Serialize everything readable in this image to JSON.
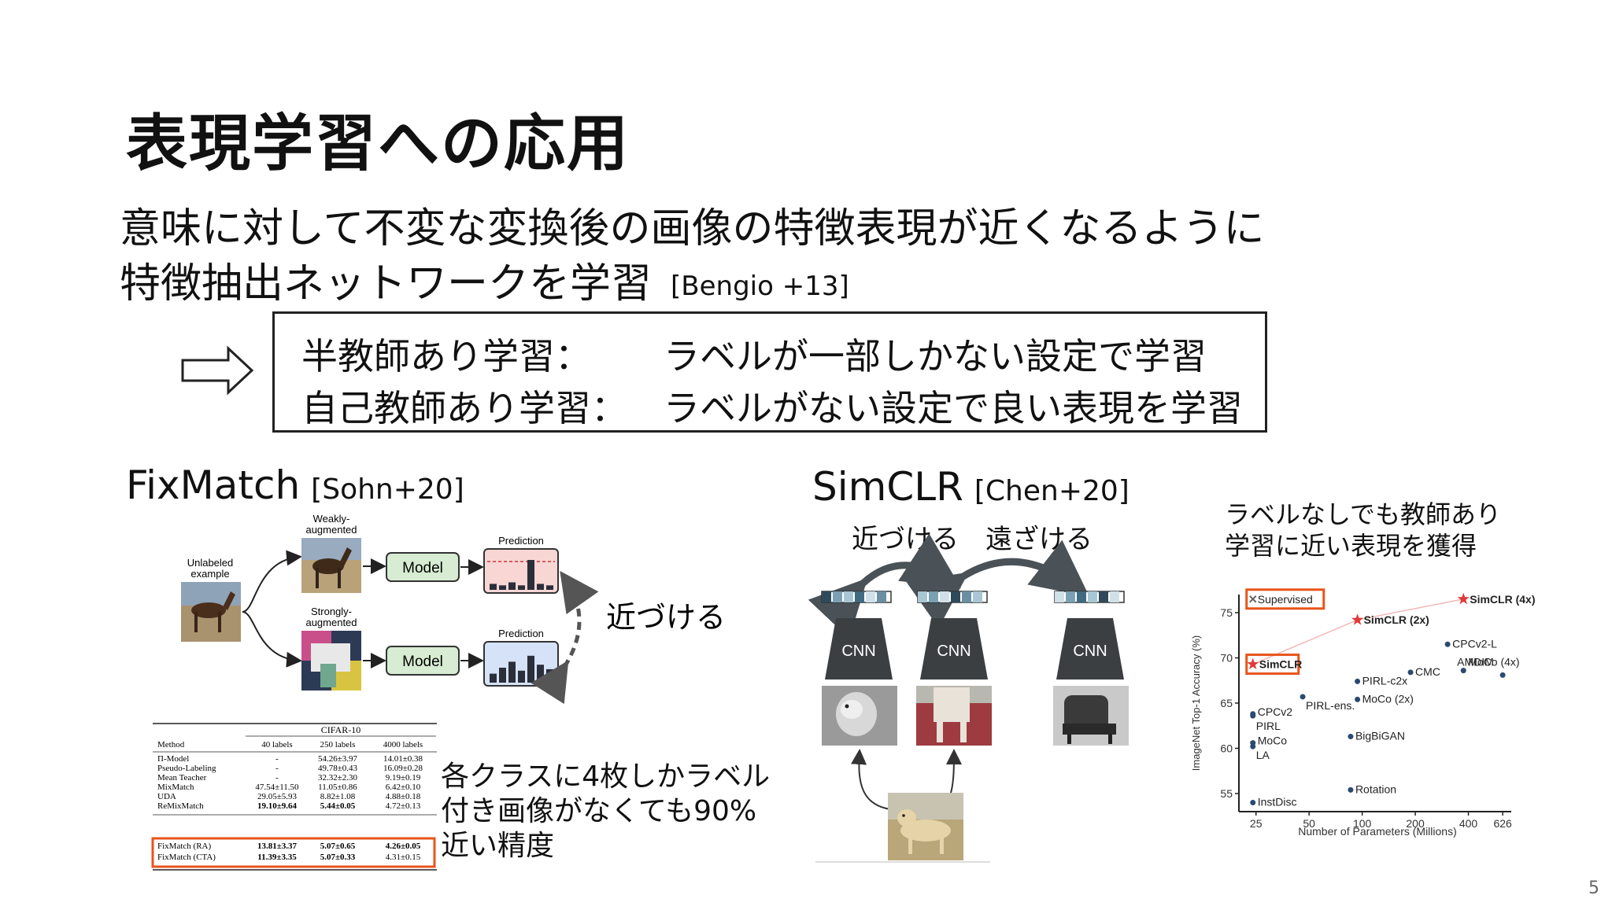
{
  "slide": {
    "title": "表現学習への応用",
    "subtitle_line1": "意味に対して不変な変換後の画像の特徴表現が近くなるように",
    "subtitle_line2": "特徴抽出ネットワークを学習",
    "subtitle_citation": "[Bengio +13]",
    "page_number": "5"
  },
  "definitions": [
    {
      "term": "半教師あり学習：",
      "desc": "ラベルが一部しかない設定で学習"
    },
    {
      "term": "自己教師あり学習：",
      "desc": "ラベルがない設定で良い表現を学習"
    }
  ],
  "fixmatch": {
    "heading": "FixMatch",
    "citation": "[Sohn+20]",
    "diagram": {
      "unlabeled_line1": "Unlabeled",
      "unlabeled_line2": "example",
      "weak_line1": "Weakly-",
      "weak_line2": "augmented",
      "strong_line1": "Strongly-",
      "strong_line2": "augmented",
      "model_label": "Model",
      "prediction_label": "Prediction",
      "pull_label": "近づける",
      "weak_bars": [
        0.2,
        0.15,
        0.25,
        0.15,
        1.0,
        0.2,
        0.15
      ],
      "strong_bars": [
        0.3,
        0.5,
        0.7,
        0.4,
        0.9,
        0.6,
        0.45
      ]
    },
    "table": {
      "caption": "CIFAR-10",
      "headers": [
        "Method",
        "40 labels",
        "250 labels",
        "4000 labels"
      ],
      "rows": [
        {
          "method": "Π-Model",
          "c1": "-",
          "c2": "54.26±3.97",
          "c3": "14.01±0.38"
        },
        {
          "method": "Pseudo-Labeling",
          "c1": "-",
          "c2": "49.78±0.43",
          "c3": "16.09±0.28"
        },
        {
          "method": "Mean Teacher",
          "c1": "-",
          "c2": "32.32±2.30",
          "c3": "9.19±0.19"
        },
        {
          "method": "MixMatch",
          "c1": "47.54±11.50",
          "c2": "11.05±0.86",
          "c3": "6.42±0.10"
        },
        {
          "method": "UDA",
          "c1": "29.05±5.93",
          "c2": "8.82±1.08",
          "c3": "4.88±0.18"
        },
        {
          "method": "ReMixMatch",
          "c1": "19.10±9.64",
          "c2": "5.44±0.05",
          "c3": "4.72±0.13"
        },
        {
          "method": "FixMatch (RA)",
          "c1": "13.81±3.37",
          "c2": "5.07±0.65",
          "c3": "4.26±0.05"
        },
        {
          "method": "FixMatch (CTA)",
          "c1": "11.39±3.35",
          "c2": "5.07±0.33",
          "c3": "4.31±0.15"
        }
      ]
    },
    "note_line1": "各クラスに4枚しかラベル",
    "note_line2": "付き画像がなくても90%",
    "note_line3": "近い精度"
  },
  "simclr": {
    "heading": "SimCLR",
    "citation": "[Chen+20]",
    "pull_label": "近づける",
    "push_label": "遠ざける",
    "cnn_label": "CNN",
    "note_line1": "ラベルなしでも教師あり",
    "note_line2": "学習に近い表現を獲得"
  },
  "chart_data": {
    "type": "scatter",
    "xlabel": "Number of Parameters (Millions)",
    "ylabel": "ImageNet Top-1 Accuracy (%)",
    "x_scale": "log",
    "xlim": [
      20,
      700
    ],
    "ylim": [
      53,
      77
    ],
    "x_ticks": [
      25,
      50,
      100,
      200,
      400,
      626
    ],
    "y_ticks": [
      55,
      60,
      65,
      70,
      75
    ],
    "points": [
      {
        "label": "Supervised",
        "x": 24,
        "y": 76.5,
        "highlight": true,
        "marker": "x"
      },
      {
        "label": "SimCLR (4x)",
        "x": 375,
        "y": 76.5,
        "highlight": false,
        "marker": "star"
      },
      {
        "label": "SimCLR (2x)",
        "x": 94,
        "y": 74.2,
        "highlight": false,
        "marker": "star"
      },
      {
        "label": "SimCLR",
        "x": 24,
        "y": 69.3,
        "highlight": true,
        "marker": "star"
      },
      {
        "label": "CPCv2-L",
        "x": 305,
        "y": 71.5,
        "highlight": false,
        "marker": "dot"
      },
      {
        "label": "MoCo (4x)",
        "x": 375,
        "y": 68.6,
        "highlight": false,
        "marker": "dot"
      },
      {
        "label": "CMC",
        "x": 188,
        "y": 68.4,
        "highlight": false,
        "marker": "dot"
      },
      {
        "label": "AMDIM",
        "x": 626,
        "y": 68.1,
        "highlight": false,
        "marker": "dot"
      },
      {
        "label": "PIRL-c2x",
        "x": 94,
        "y": 67.4,
        "highlight": false,
        "marker": "dot"
      },
      {
        "label": "MoCo (2x)",
        "x": 94,
        "y": 65.4,
        "highlight": false,
        "marker": "dot"
      },
      {
        "label": "PIRL-ens.",
        "x": 46,
        "y": 65.7,
        "highlight": false,
        "marker": "dot"
      },
      {
        "label": "CPCv2",
        "x": 24,
        "y": 63.8,
        "highlight": false,
        "marker": "dot"
      },
      {
        "label": "PIRL",
        "x": 24,
        "y": 63.6,
        "highlight": false,
        "marker": "dot"
      },
      {
        "label": "MoCo",
        "x": 24,
        "y": 60.6,
        "highlight": false,
        "marker": "dot"
      },
      {
        "label": "LA",
        "x": 24,
        "y": 60.2,
        "highlight": false,
        "marker": "dot"
      },
      {
        "label": "BigBiGAN",
        "x": 86,
        "y": 61.3,
        "highlight": false,
        "marker": "dot"
      },
      {
        "label": "Rotation",
        "x": 86,
        "y": 55.4,
        "highlight": false,
        "marker": "dot"
      },
      {
        "label": "InstDisc",
        "x": 24,
        "y": 54.0,
        "highlight": false,
        "marker": "dot"
      }
    ]
  }
}
